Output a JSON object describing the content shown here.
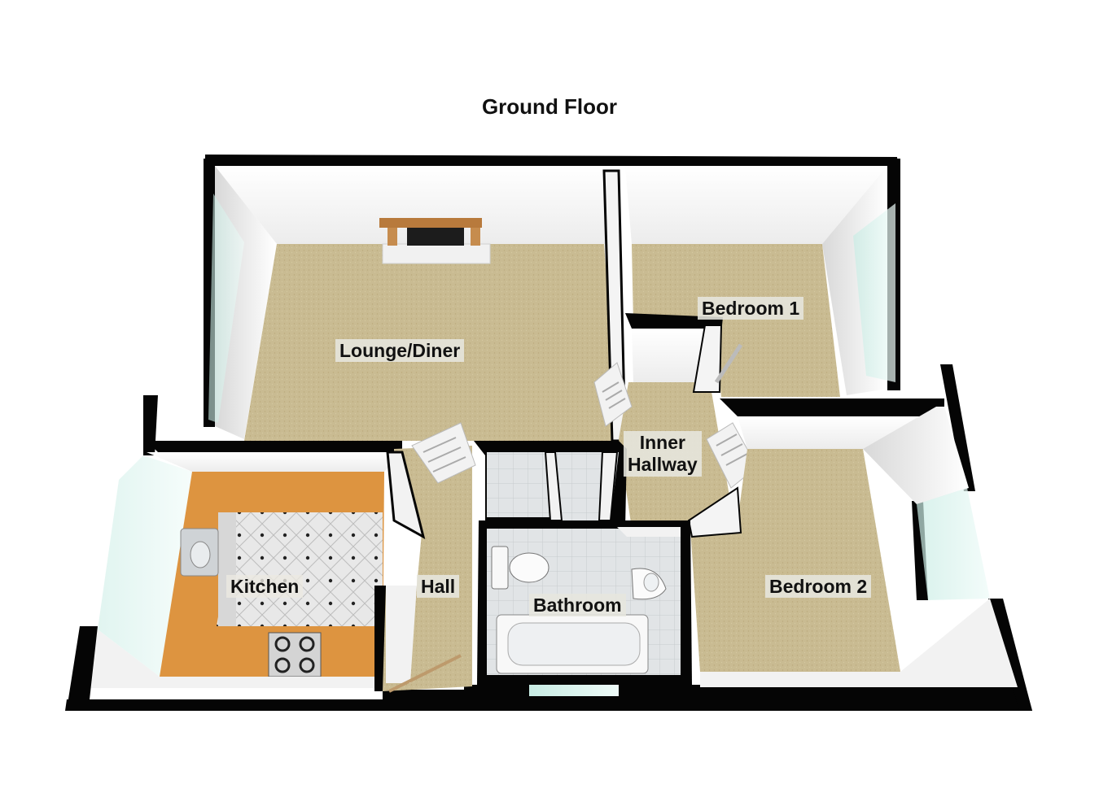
{
  "floor": {
    "title": "Ground Floor"
  },
  "rooms": {
    "lounge_diner": "Lounge/Diner",
    "bedroom_1": "Bedroom 1",
    "bedroom_2": "Bedroom 2",
    "kitchen": "Kitchen",
    "hall": "Hall",
    "bathroom": "Bathroom",
    "inner_hallway_line1": "Inner",
    "inner_hallway_line2": "Hallway"
  },
  "colors": {
    "wall": "#050505",
    "wall_face": "#f2f2f2",
    "carpet": "#c9bb92",
    "kitchen_worktop": "#d9913f",
    "tile_floor": "#e3e3e3",
    "window_glass": "#d8f2ec",
    "fireplace_wood": "#b87a3c"
  }
}
